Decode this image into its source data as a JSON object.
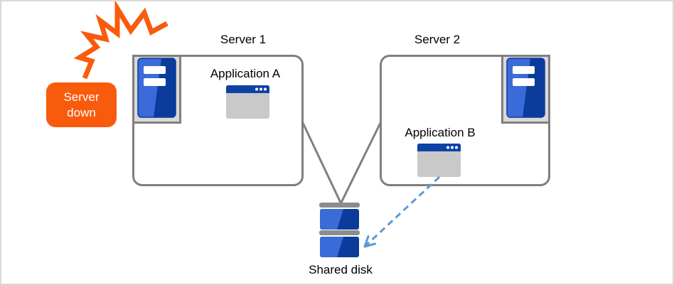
{
  "alert": {
    "label": "Server down"
  },
  "servers": [
    {
      "title": "Server 1",
      "app": "Application A"
    },
    {
      "title": "Server 2",
      "app": "Application B"
    }
  ],
  "disk": {
    "label": "Shared disk"
  },
  "colors": {
    "accent_orange": "#f95b0d",
    "server_blue_dark": "#0b3c9c",
    "server_blue_light": "#3a6bd8",
    "window_title_blue": "#0d42a6",
    "window_body_gray": "#c9c9c9",
    "box_border_gray": "#7f7f7f",
    "icon_box_gray": "#d9d9d9",
    "disk_bar_gray": "#8c8c8c",
    "arrow_blue": "#5b9bd5"
  }
}
